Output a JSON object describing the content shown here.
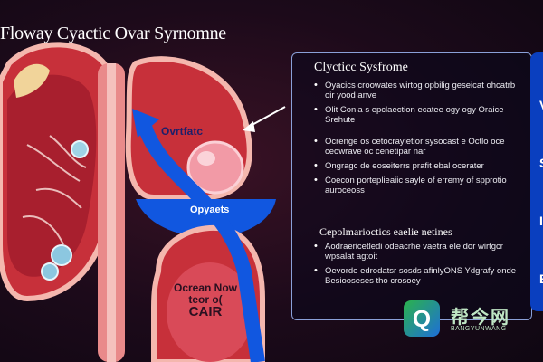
{
  "title": "Floway Cyactic Ovar Syrnomne",
  "illustration": {
    "label_ovarian": "Ovrtfatc",
    "label_opyaets": "Opyaets",
    "label_ocean_line1": "Ocrean Now",
    "label_ocean_line2": "teor o(",
    "label_care": "CAIR"
  },
  "panel": {
    "title": "Clycticc Sysfrome",
    "list_1": [
      "Oyacics croowates wirtog opbilig geseicat ohcatrb oir yood anve",
      "Olit Conia s epclaection ecatee ogy ogy Oraice Srehute"
    ],
    "list_2": [
      "Ocrenge os cetocrayietior sysocast e Octlo oce ceowrave oc cenetipar nar",
      "Ongragc de eoseiterrs prafit ebal ocerater",
      "Coecon porteplieaiic sayle of erremy of spprotio auroceoss"
    ],
    "subheading": "Cepolmarioctics eaelie netines",
    "list_3": [
      "Aodraericetledi odeacrhe vaetra ele dor wirtgcr wpsalat agtoit",
      "Oevorde edrodatsr sosds afinlyONS Ydgrafy onde Besiooseses tho crosoey"
    ]
  },
  "side_letters": [
    "V",
    "S",
    "I",
    "E"
  ],
  "watermark": {
    "logo_letter": "Q",
    "text_cn": "帮今网",
    "text_en": "BANGYUNWANG"
  },
  "colors": {
    "background": "#1c0a1a",
    "organ_red": "#c7303a",
    "organ_pink": "#f4b7ae",
    "arrow_blue": "#1157e0",
    "panel_border": "#8aa0d8",
    "side_bar": "#0a3fbf"
  }
}
